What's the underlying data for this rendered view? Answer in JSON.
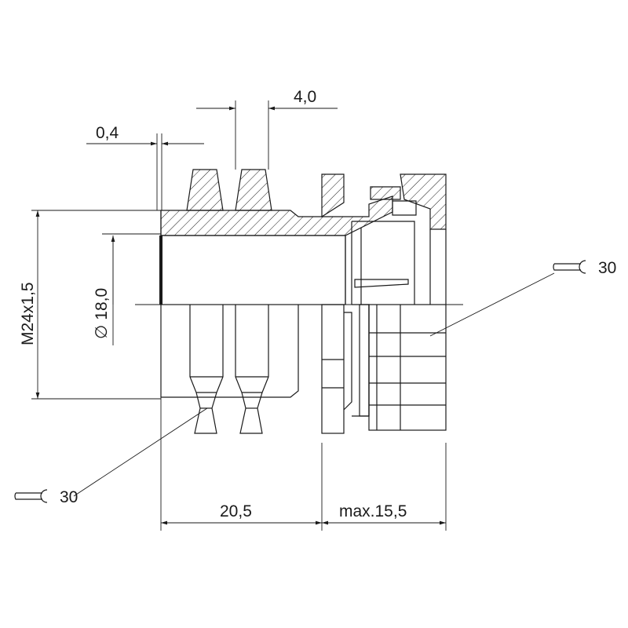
{
  "dimensions": {
    "wall": "0,4",
    "pitch": "4,0",
    "thread": "M24x1,5",
    "bore_symbol": "∅",
    "bore": "18,0",
    "length": "20,5",
    "max_length": "max.15,5"
  },
  "wrench_callouts": {
    "lower_left": "30",
    "right": "30"
  }
}
